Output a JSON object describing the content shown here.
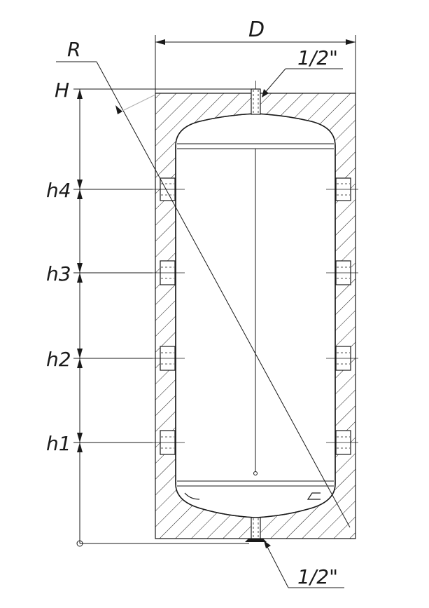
{
  "labels": {
    "diameter": "D",
    "radius": "R",
    "height": "H",
    "h4": "h4",
    "h3": "h3",
    "h2": "h2",
    "h1": "h1",
    "top_fitting": "1/2\"",
    "bottom_fitting": "1/2\""
  },
  "colors": {
    "line": "#1a1a1a",
    "leader": "#b0b0b0",
    "background": "#ffffff"
  }
}
